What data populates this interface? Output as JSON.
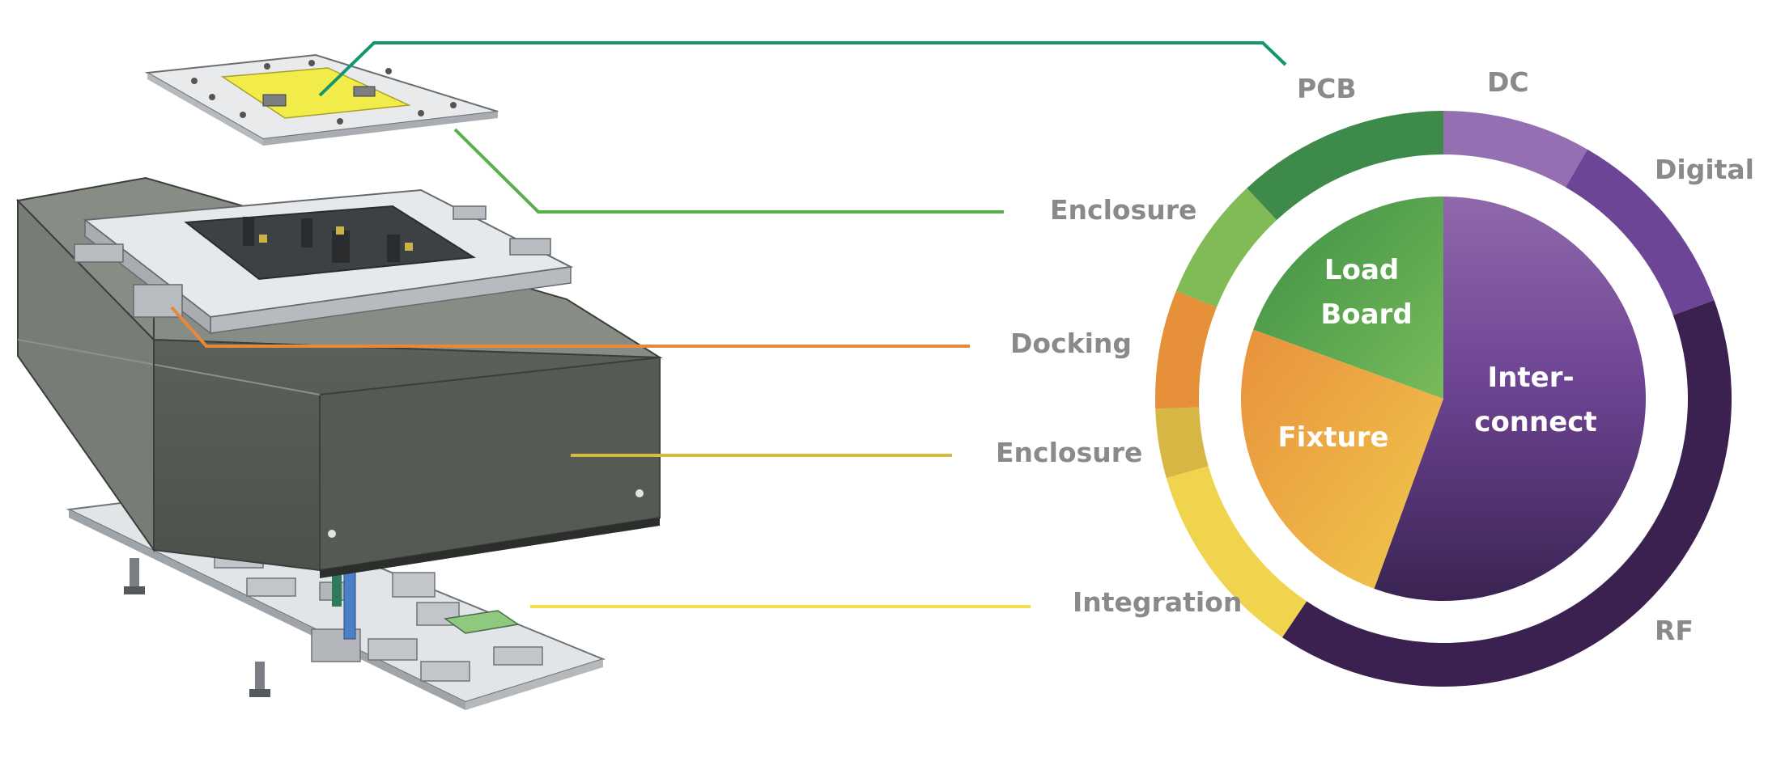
{
  "callouts": {
    "pcb": "PCB",
    "enclosure_top": "Enclosure",
    "docking": "Docking",
    "enclosure_mid": "Enclosure",
    "integration": "Integration"
  },
  "ring": {
    "dc": "DC",
    "digital": "Digital",
    "rf": "RF"
  },
  "inner": {
    "load_board": [
      "Load",
      "Board"
    ],
    "interconnect": [
      "Inter-",
      "connect"
    ],
    "fixture": "Fixture"
  },
  "colors": {
    "pcb_line": "#14956f",
    "enclosure_top_line": "#5aae4e",
    "docking_line": "#e7893b",
    "enclosure_mid_line": "#d6bb3d",
    "integration_line": "#f2dd4f",
    "label_gray": "#8a8a8a",
    "ring_dark_green": "#3d8a4b",
    "ring_light_green": "#80bb55",
    "ring_orange": "#e6903a",
    "ring_mustard": "#d7b743",
    "ring_yellow": "#f0d44e",
    "ring_dark_purple": "#3b2150",
    "ring_purple": "#6c4597",
    "ring_light_purple": "#9470b2"
  }
}
